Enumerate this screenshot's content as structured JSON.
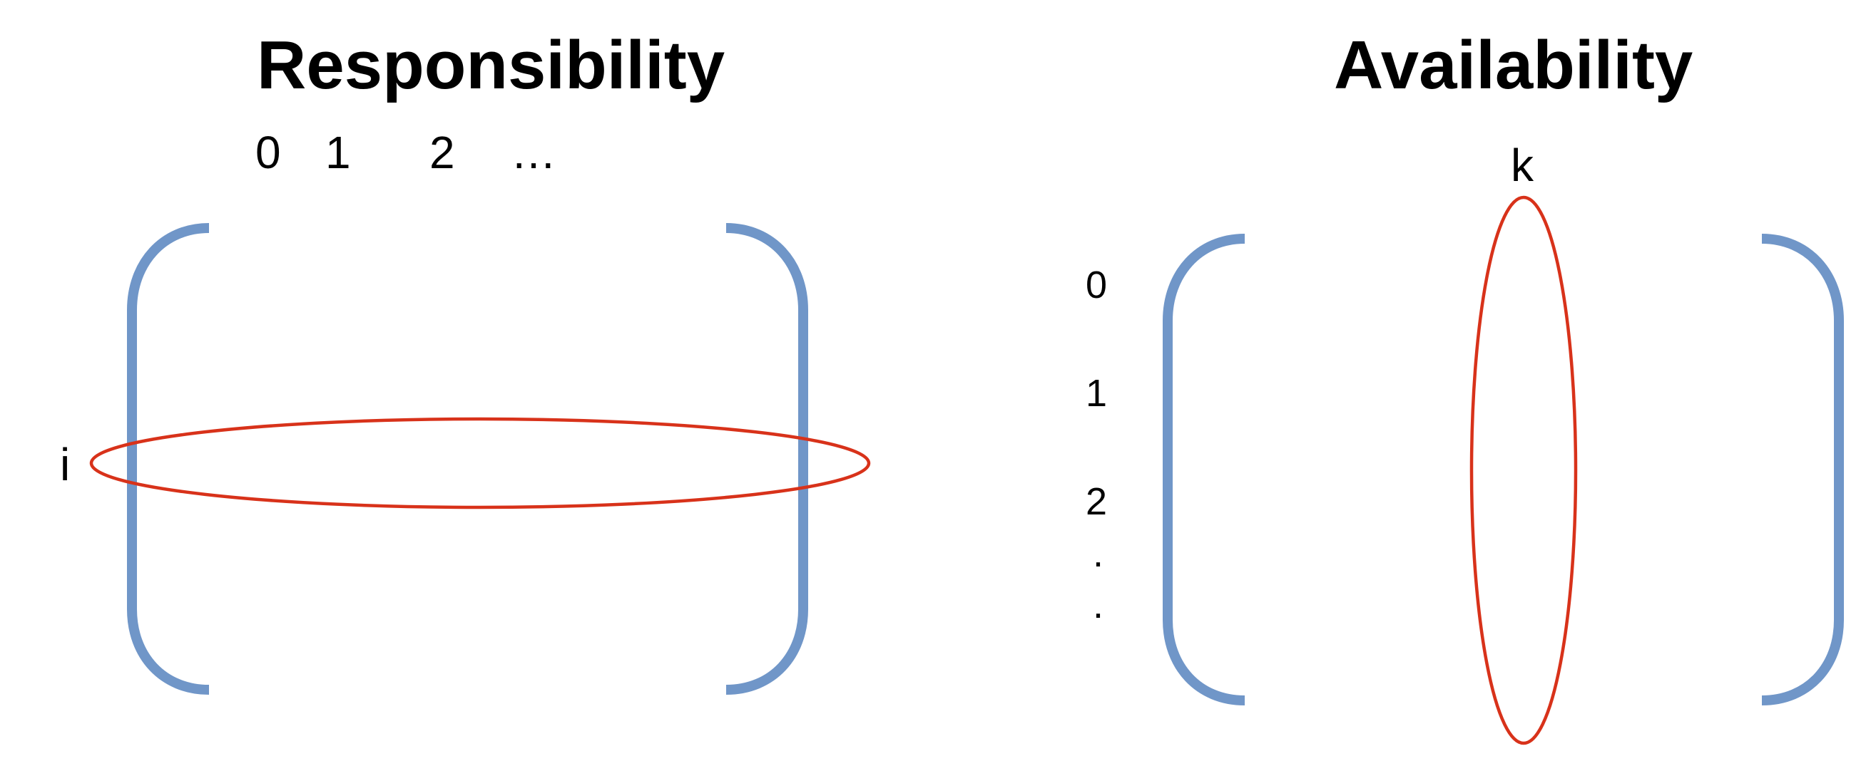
{
  "responsibility": {
    "title": "Responsibility",
    "column_labels": [
      "0",
      "1",
      "2",
      "…"
    ],
    "row_label": "i"
  },
  "availability": {
    "title": "Availability",
    "column_label": "k",
    "row_labels": [
      "0",
      "1",
      "2",
      ".",
      "."
    ]
  },
  "colors": {
    "bracket": "#7096c8",
    "highlight": "#d8321a"
  }
}
